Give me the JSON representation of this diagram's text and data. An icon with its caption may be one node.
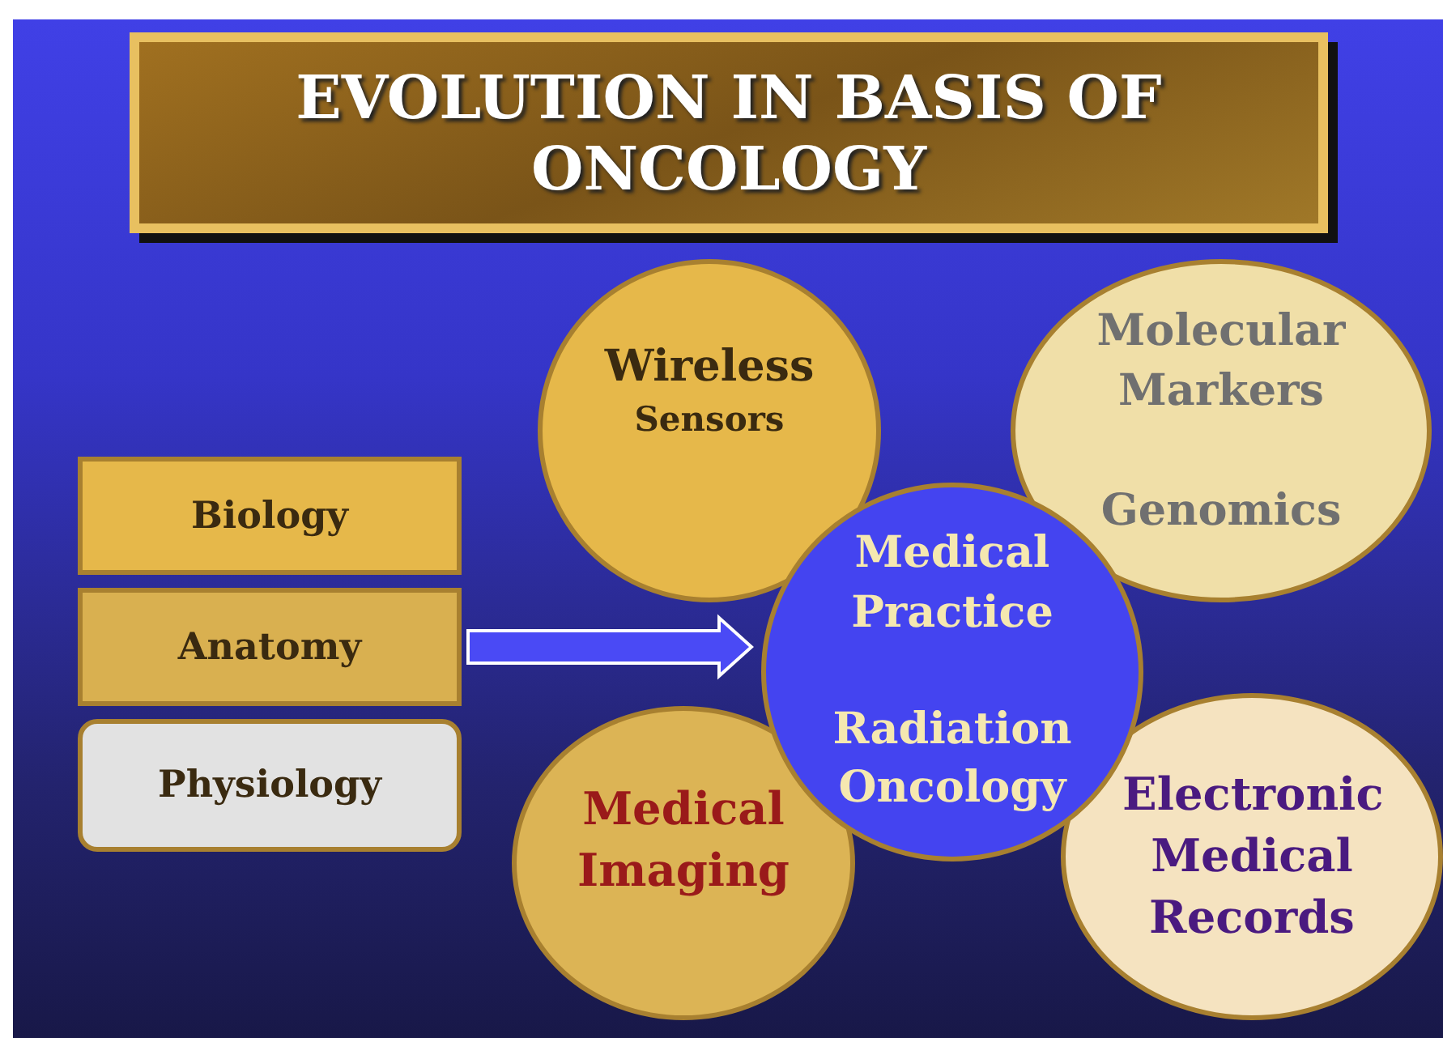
{
  "diagram": {
    "title": "EVOLUTION IN BASIS OF ONCOLOGY",
    "nodes": [
      {
        "text": [
          "Biology"
        ]
      },
      {
        "text": [
          "Anatomy"
        ]
      },
      {
        "text": [
          "Physiology"
        ]
      },
      {
        "text": [
          "Wireless",
          "Sensors"
        ]
      },
      {
        "text": [
          "Molecular Markers",
          "Genomics"
        ]
      },
      {
        "text": [
          "Medical Imaging"
        ]
      },
      {
        "text": [
          "Electronic Medical Records"
        ]
      },
      {
        "text": [
          "Medical Practice",
          "Radiation Oncology"
        ]
      }
    ],
    "edges": [
      {
        "from": 1,
        "to": 7,
        "arrow": "to"
      }
    ]
  }
}
